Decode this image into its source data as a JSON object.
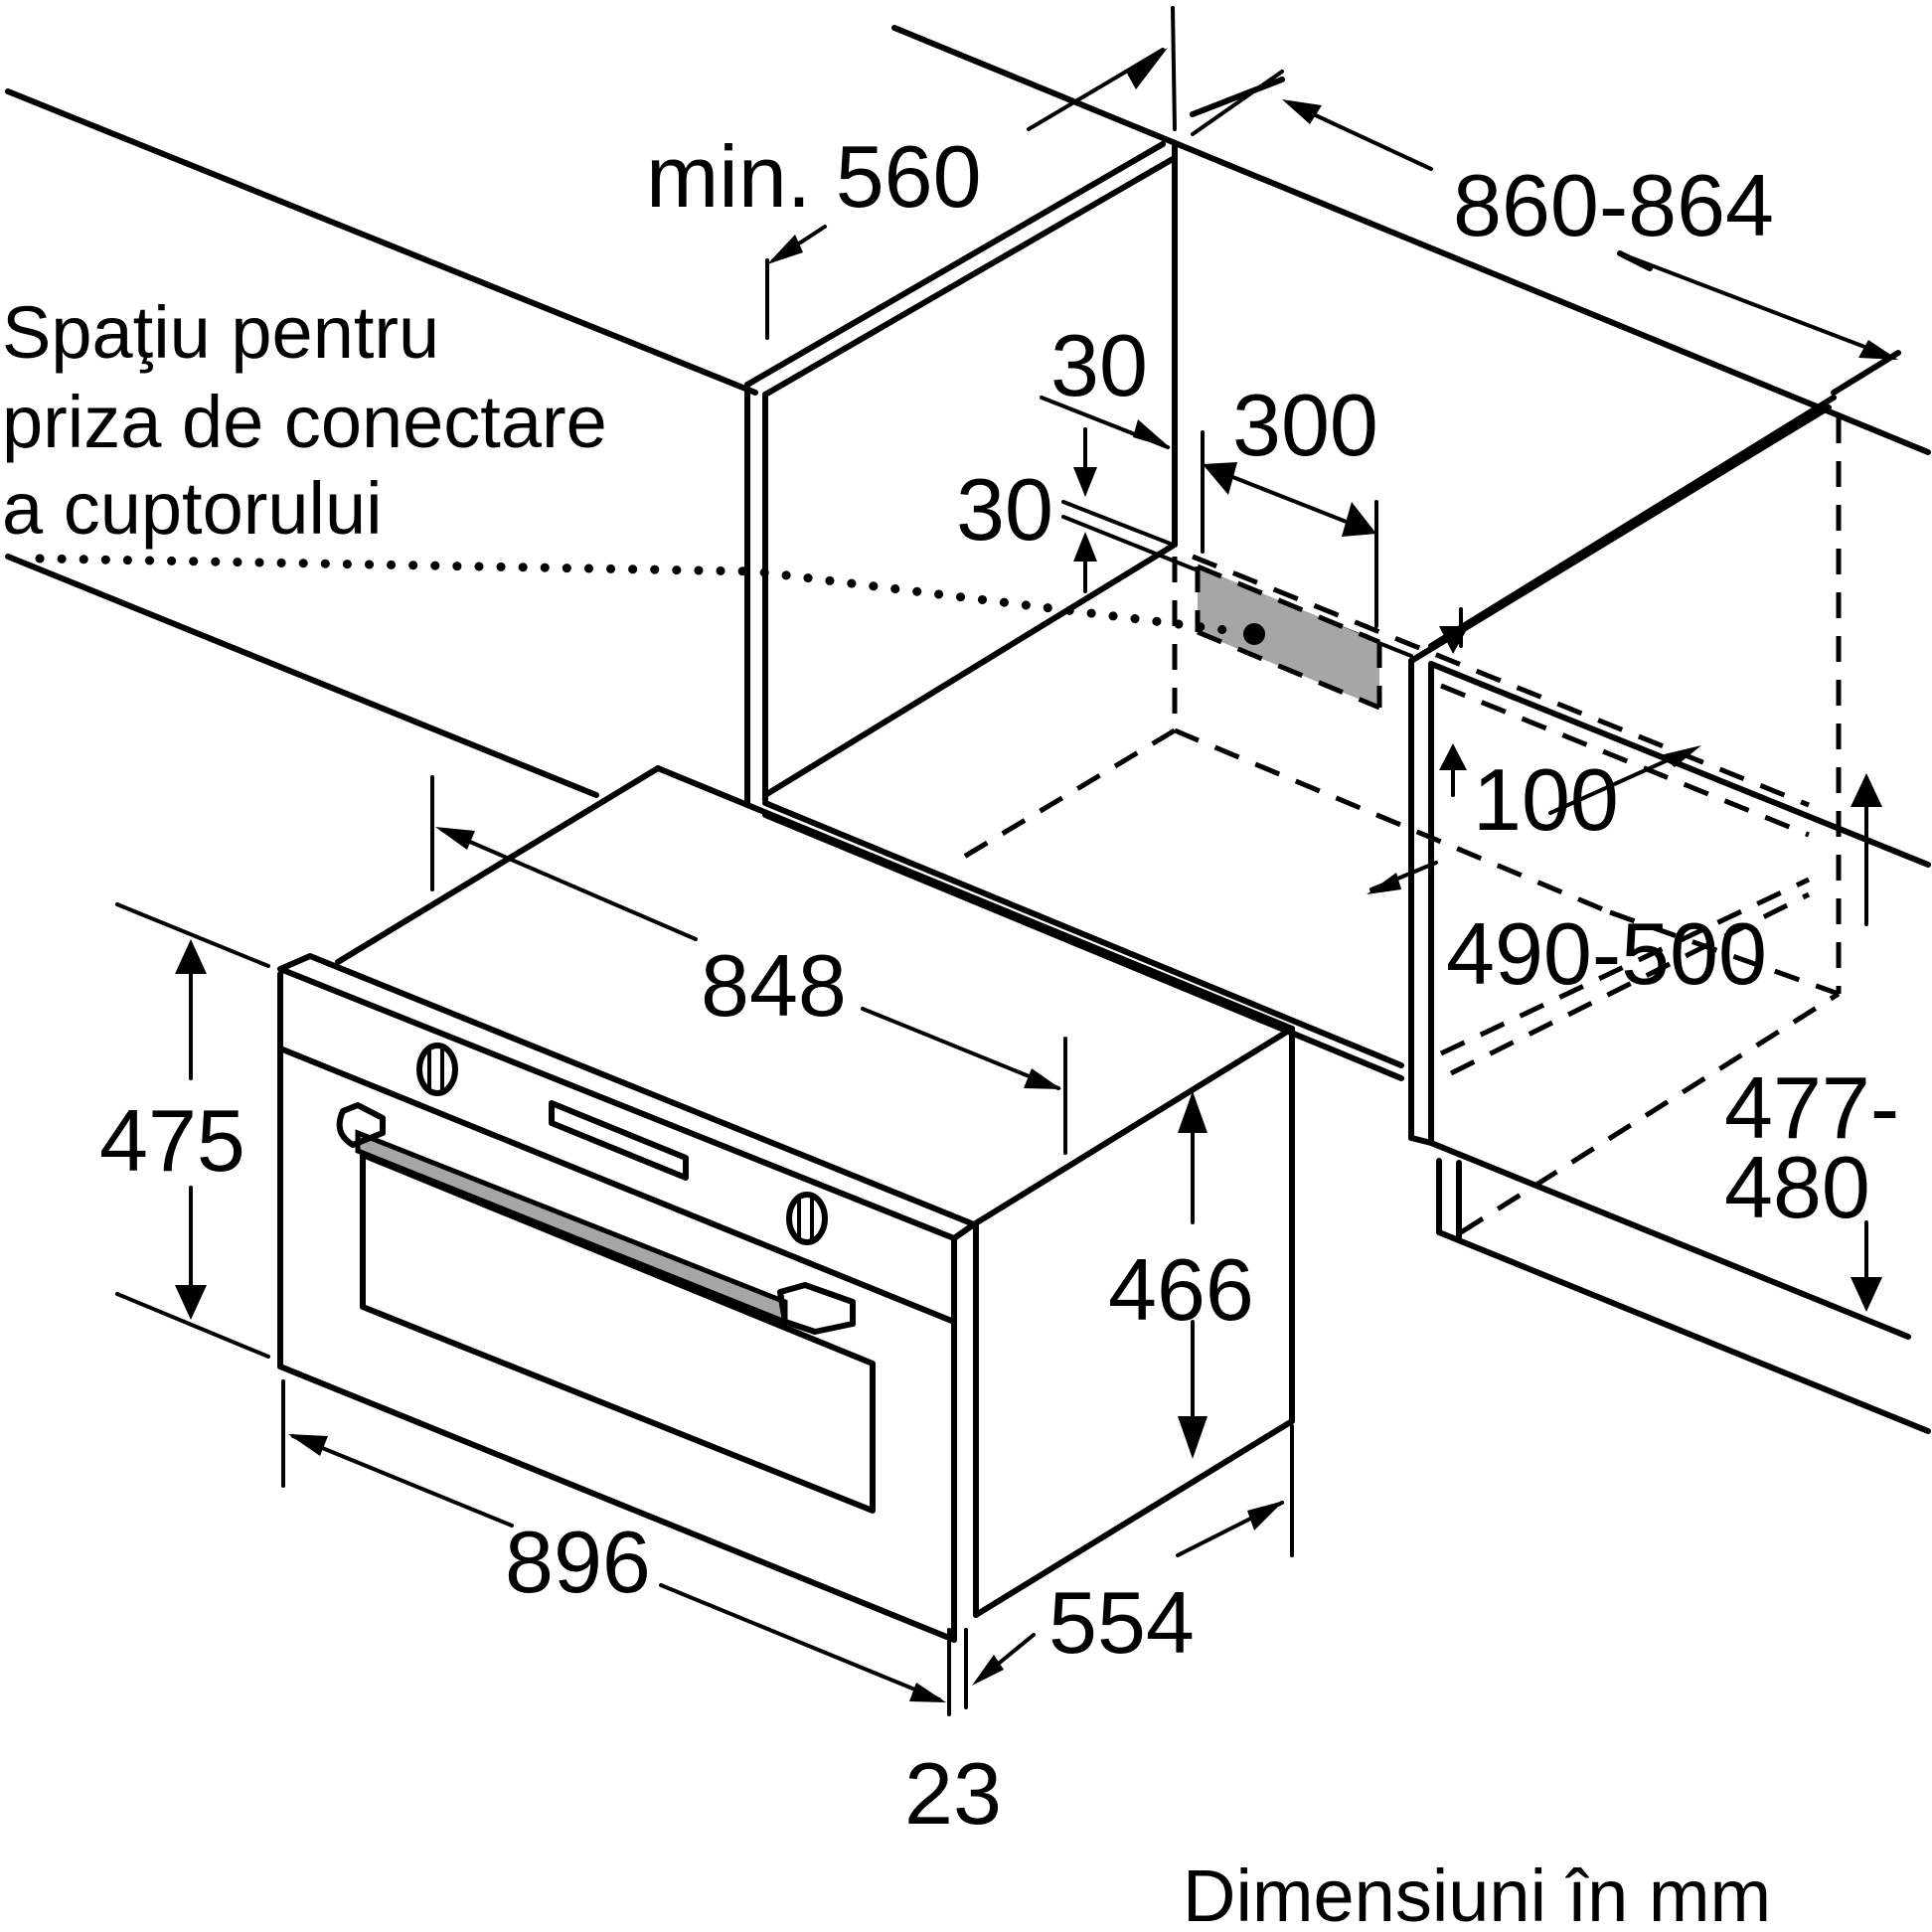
{
  "note": {
    "lines": [
      "Spaţiu pentru",
      "priza de conectare",
      "a cuptorului"
    ]
  },
  "units_label": "Dimensiuni în mm",
  "dimensions": {
    "min_depth": "min. 560",
    "niche_width": "860-864",
    "socket_offset_side": "30",
    "socket_offset_top": "30",
    "socket_width": "300",
    "shelf_gap": "100",
    "niche_depth": "490-500",
    "niche_height_line1": "477-",
    "niche_height_line2": "480",
    "oven_body_width": "848",
    "oven_front_height": "475",
    "oven_body_height": "466",
    "oven_front_width": "896",
    "oven_depth": "554",
    "front_thickness": "23"
  },
  "colors": {
    "line": "#000000",
    "socket_area_fill": "#a6a6a6",
    "handle_fill": "#a6a6a6",
    "background": "#ffffff"
  }
}
